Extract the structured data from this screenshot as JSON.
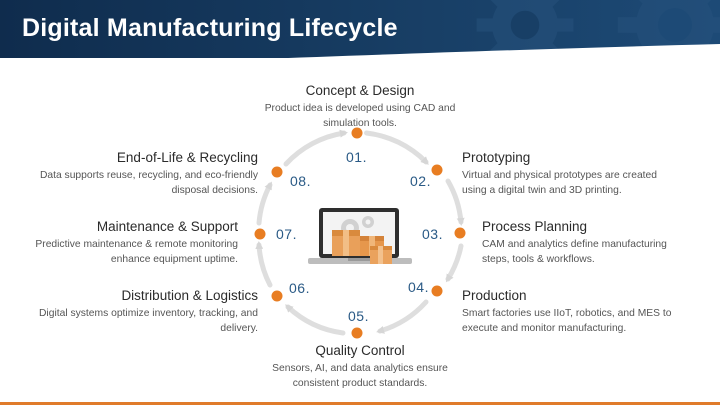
{
  "title": "Digital Manufacturing Lifecycle",
  "colors": {
    "accent": "#e87d22",
    "header": "#163a60",
    "number": "#2a5a86",
    "ring": "#dcdcdc"
  },
  "steps": [
    {
      "number": "01.",
      "title": "Concept & Design",
      "description": "Product idea is developed using CAD and simulation tools."
    },
    {
      "number": "02.",
      "title": "Prototyping",
      "description": "Virtual and physical prototypes are created using a digital twin and 3D printing."
    },
    {
      "number": "03.",
      "title": "Process Planning",
      "description": "CAM and analytics define manufacturing steps, tools & workflows."
    },
    {
      "number": "04.",
      "title": "Production",
      "description": "Smart factories use IIoT, robotics, and MES to execute and monitor manufacturing."
    },
    {
      "number": "05.",
      "title": "Quality Control",
      "description": "Sensors, AI, and data analytics ensure consistent product standards."
    },
    {
      "number": "06.",
      "title": "Distribution & Logistics",
      "description": "Digital systems optimize inventory, tracking, and delivery."
    },
    {
      "number": "07.",
      "title": "Maintenance & Support",
      "description": "Predictive maintenance & remote monitoring enhance equipment uptime."
    },
    {
      "number": "08.",
      "title": "End-of-Life & Recycling",
      "description": "Data supports reuse, recycling, and eco-friendly disposal decisions."
    }
  ],
  "icons": {
    "center": "laptop-boxes-icon",
    "header_decoration": "gear-icon"
  }
}
